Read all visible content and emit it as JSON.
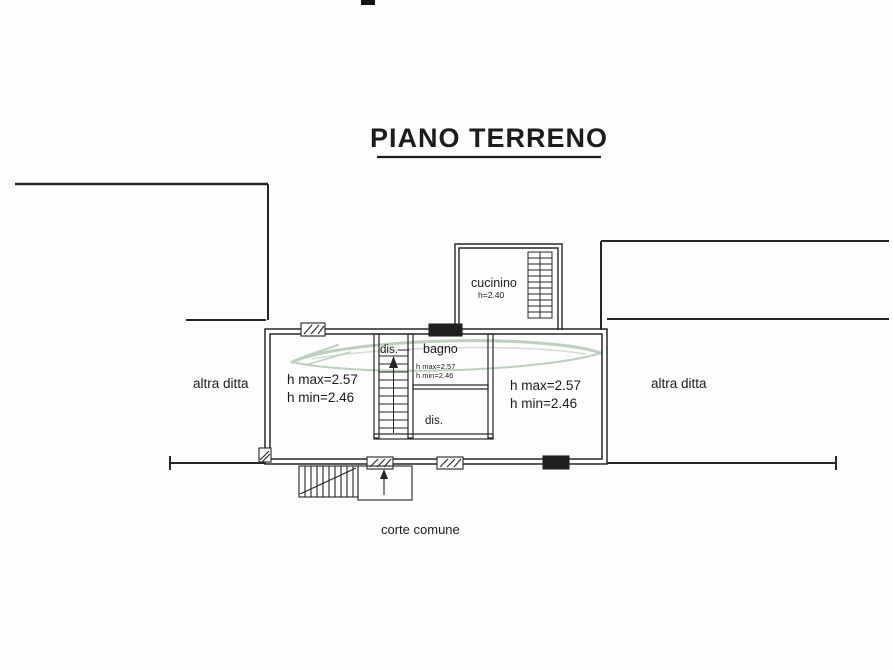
{
  "title": "PIANO TERRENO",
  "labels": {
    "altra_ditta_left": "altra ditta",
    "altra_ditta_right": "altra ditta",
    "cucinino": "cucinino",
    "cucinino_height": "h=2.40",
    "dis_top": "dis.—",
    "bagno": "bagno",
    "bagno_hmax": "h max=2.57",
    "bagno_hmin": "h min=2.46",
    "room_left_hmax": "h max=2.57",
    "room_left_hmin": "h min=2.46",
    "room_right_hmax": "h max=2.57",
    "room_right_hmin": "h min=2.46",
    "dis_bottom": "dis.",
    "corte_comune": "corte comune"
  },
  "colors": {
    "ink": "#262626",
    "watermark_green": "#7fa57f",
    "background": "#fdfdfd"
  }
}
